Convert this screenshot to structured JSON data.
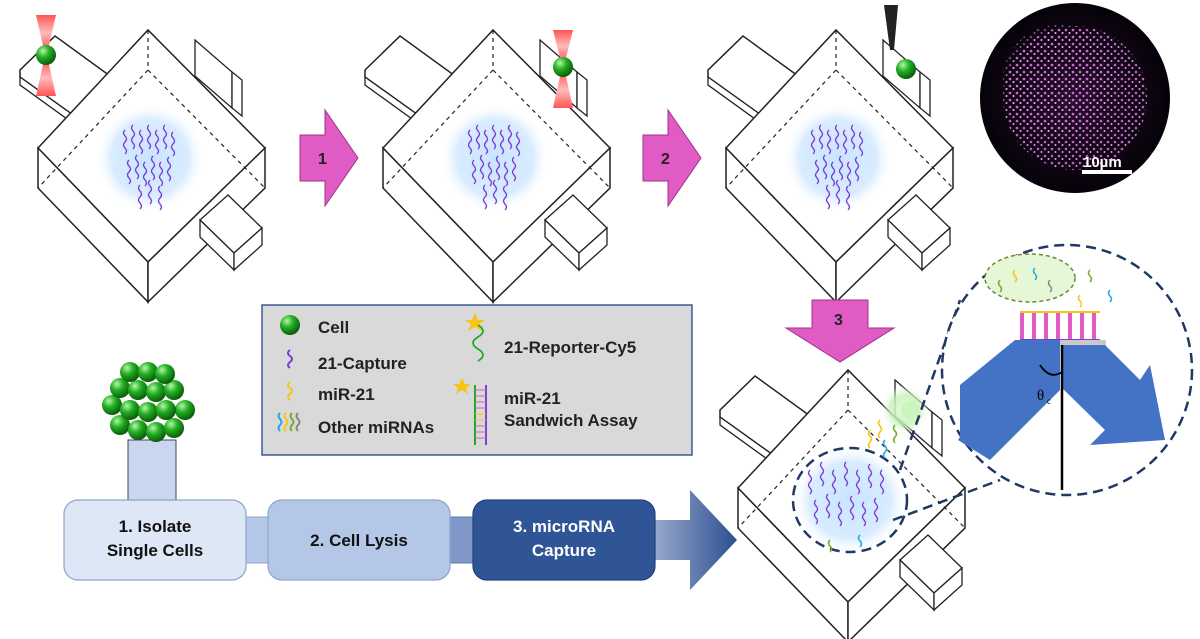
{
  "arrows": {
    "step1": "1",
    "step2": "2",
    "step3": "3"
  },
  "scale_bar": "10µm",
  "legend": {
    "cell": "Cell",
    "capture": "21-Capture",
    "mir21": "miR-21",
    "other": "Other miRNAs",
    "reporter": "21-Reporter-Cy5",
    "sandwich_line1": "miR-21",
    "sandwich_line2": "Sandwich Assay"
  },
  "workflow": {
    "step1_line1": "1. Isolate",
    "step1_line2": "Single Cells",
    "step2": "2. Cell Lysis",
    "step3_line1": "3. microRNA",
    "step3_line2": "Capture"
  },
  "inset": {
    "angle_symbol": "θ",
    "angle_sub": "c"
  },
  "colors": {
    "arrow_pink": "#e05bc4",
    "cell_green": "#1aa01a",
    "capture_purple": "#7b3fd6",
    "mir21_yellow": "#f5c518",
    "prism_blue": "#4472c4",
    "step1_box": "#dde7f5",
    "step2_box": "#b4c7e7",
    "step3_box": "#2f5597"
  }
}
